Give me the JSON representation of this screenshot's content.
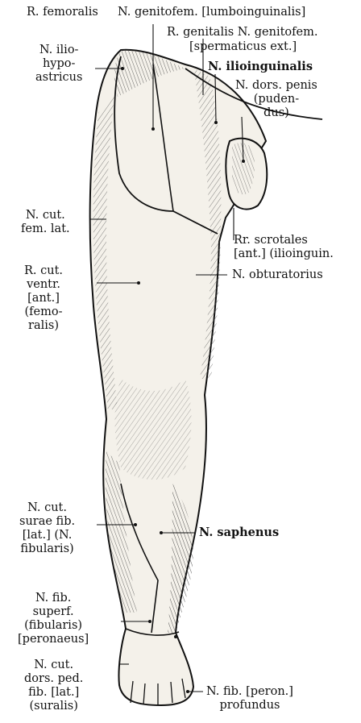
{
  "labels": {
    "r_femoralis": "R. femoralis",
    "n_genitofem_lumbo": "N. genitofem. [lumboinguinalis]",
    "r_genitalis": "R. genitalis N. genitofem.",
    "spermaticus": "[spermaticus ext.]",
    "ilioinguinalis": "N. ilioinguinalis",
    "dors_penis": [
      "N. dors. penis",
      "(puden-",
      "dus)"
    ],
    "iliohypo": [
      "N. ilio-",
      "hypo-",
      "astricus"
    ],
    "cut_fem_lat": [
      "N. cut.",
      "fem. lat."
    ],
    "scrotales": [
      "Rr. scrotales",
      "[ant.] (ilioinguin."
    ],
    "obturatorius": "N. obturatorius",
    "r_cut_ventr": [
      "R. cut.",
      "ventr.",
      "[ant.]",
      "(femo-",
      "ralis)"
    ],
    "cut_surae": [
      "N. cut.",
      "surae fib.",
      "[lat.] (N.",
      "fibularis)"
    ],
    "saphenus": "N. saphenus",
    "fib_superf": [
      "N. fib.",
      "superf.",
      "(fibularis)",
      "[peronaeus]"
    ],
    "cut_dors_ped": [
      "N. cut.",
      "dors. ped.",
      "fib. [lat.]",
      "(suralis)"
    ],
    "fib_profundus": [
      "N. fib. [peron.]",
      "profundus"
    ]
  },
  "colors": {
    "ink": "#111111",
    "skin": "#f4f1ea",
    "shade": "#9a9a9a"
  }
}
